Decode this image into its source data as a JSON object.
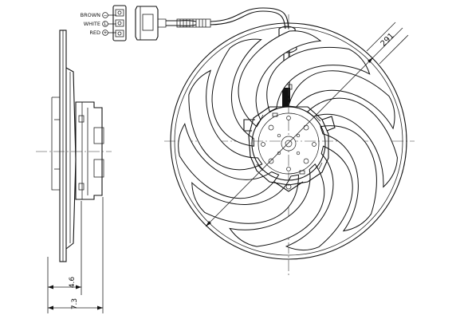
{
  "wires": [
    {
      "label": "BROWN",
      "symbol": "−"
    },
    {
      "label": "WHITE",
      "symbol": "L"
    },
    {
      "label": "RED",
      "symbol": "+"
    }
  ],
  "dimensions": {
    "diameter": "291",
    "depth_inner": "4.6",
    "depth_total": "7.3"
  },
  "fan": {
    "blade_count": 11
  }
}
